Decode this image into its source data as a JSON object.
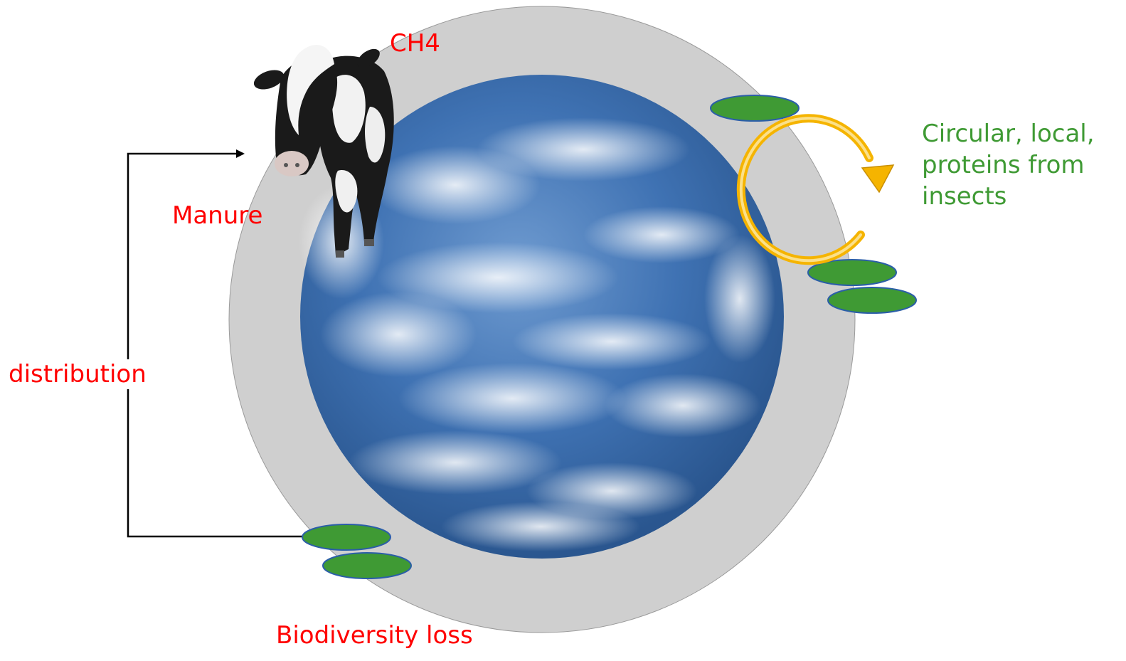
{
  "labels": {
    "ch4": "CH4",
    "manure": "Manure",
    "distribution": "distribution",
    "biodiversity_loss": "Biodiversity loss",
    "circular_lines": [
      "Circular, local,",
      "proteins from",
      "insects"
    ]
  },
  "colors": {
    "outer_ring": "#cfcfcf",
    "earth_ocean": "#3d6fb0",
    "leaf_fill": "#3f9a34",
    "leaf_stroke": "#2b5ea8",
    "cycle_arrow": "#f5b400",
    "label_red": "#ff0000",
    "label_green": "#3f9a34"
  },
  "icons": {
    "cow": "cow-icon",
    "earth": "earth-globe-icon",
    "cycle": "circular-arrow-icon"
  }
}
